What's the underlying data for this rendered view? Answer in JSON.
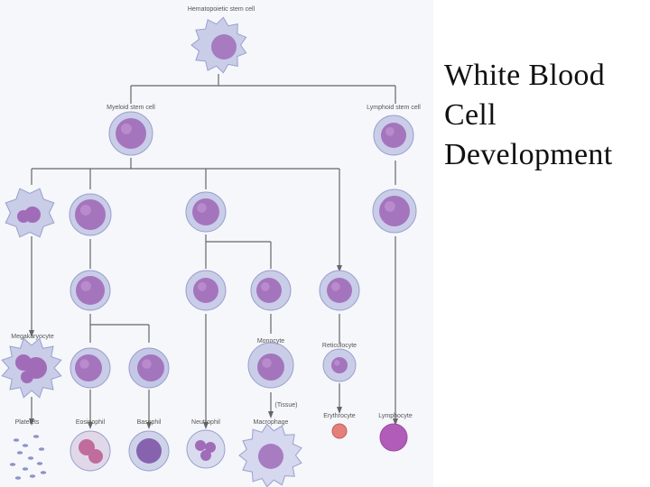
{
  "title_lines": [
    "White Blood",
    "Cell",
    "Development"
  ],
  "labels": {
    "hematopoietic": "Hematopoietic stem cell",
    "myeloid": "Myeloid stem cell",
    "lymphoid": "Lymphoid stem cell",
    "megakaryocyte": "Megakaryocyte",
    "monocyte": "Monocyte",
    "reticulocyte": "Reticulocyte",
    "tissue": "(Tissue)",
    "platelets": "Platelets",
    "eosinophil": "Eosinophil",
    "basophil": "Basophil",
    "neutrophil": "Neutrophil",
    "macrophage": "Macrophage",
    "erythrocyte": "Erythrocyte",
    "lymphocyte": "Lymphocyte"
  },
  "colors": {
    "line": "#666666",
    "cell_outer": "#c9cde8",
    "cell_nucleus": "#a06cb8",
    "erythrocyte": "#e57f7a",
    "lymphocyte": "#b25cba",
    "platelet": "#8c95c8"
  }
}
